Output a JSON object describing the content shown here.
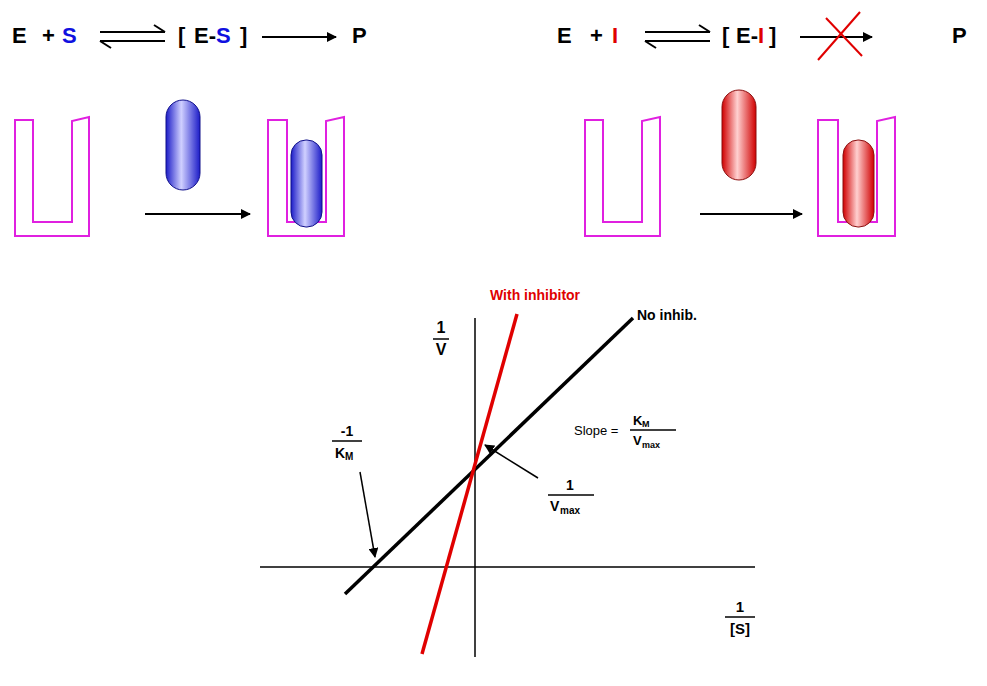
{
  "diagram": {
    "labels": [
      "E",
      "+",
      "S",
      "[",
      "E-",
      "S",
      "]",
      "P",
      "E",
      "+",
      "I",
      "[",
      "E-",
      "I",
      "]",
      "P",
      "1",
      "V",
      "With inhibitor",
      "No inhib.",
      "Slope =",
      "K",
      "M",
      "V",
      "max",
      "-1",
      "K",
      "M",
      "1",
      "V",
      "max",
      "1",
      "[S]"
    ]
  }
}
